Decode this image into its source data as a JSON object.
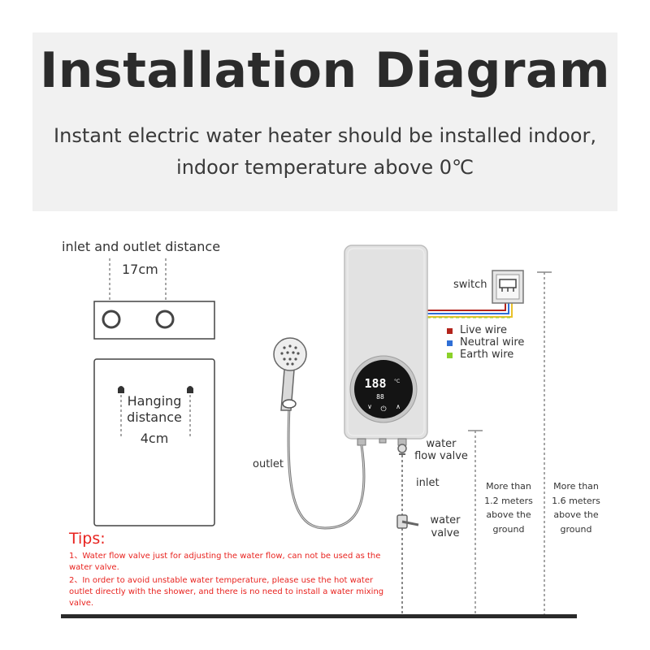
{
  "header": {
    "title": "Installation Diagram",
    "subtitle_line1": "Instant electric water heater should be installed indoor,",
    "subtitle_line2": "indoor temperature above 0℃"
  },
  "diagram": {
    "inlet_outlet_label": "inlet and outlet distance",
    "inlet_outlet_value": "17cm",
    "hanging_line1": "Hanging",
    "hanging_line2": "distance",
    "hanging_value": "4cm",
    "switch_label": "switch",
    "display_reading": "188",
    "display_sub": "88",
    "outlet_label": "outlet",
    "inlet_label": "inlet",
    "flow_valve_line1": "water",
    "flow_valve_line2": "flow valve",
    "water_valve_line1": "water",
    "water_valve_line2": "valve",
    "height12": [
      "More than",
      "1.2 meters",
      "above the",
      "ground"
    ],
    "height16": [
      "More than",
      "1.6 meters",
      "above the",
      "ground"
    ]
  },
  "legend": [
    {
      "label": "Live wire",
      "color": "#b3241c"
    },
    {
      "label": "Neutral wire",
      "color": "#2f6fd6"
    },
    {
      "label": "Earth wire",
      "color": "#8bd12a"
    }
  ],
  "tips": {
    "title": "Tips:",
    "items": [
      "1、Water flow valve just for adjusting the water flow, can not be used as the water valve.",
      "2、In order to avoid unstable water temperature, please use the hot water outlet directly with the shower, and there is no need to install a water mixing valve."
    ]
  }
}
